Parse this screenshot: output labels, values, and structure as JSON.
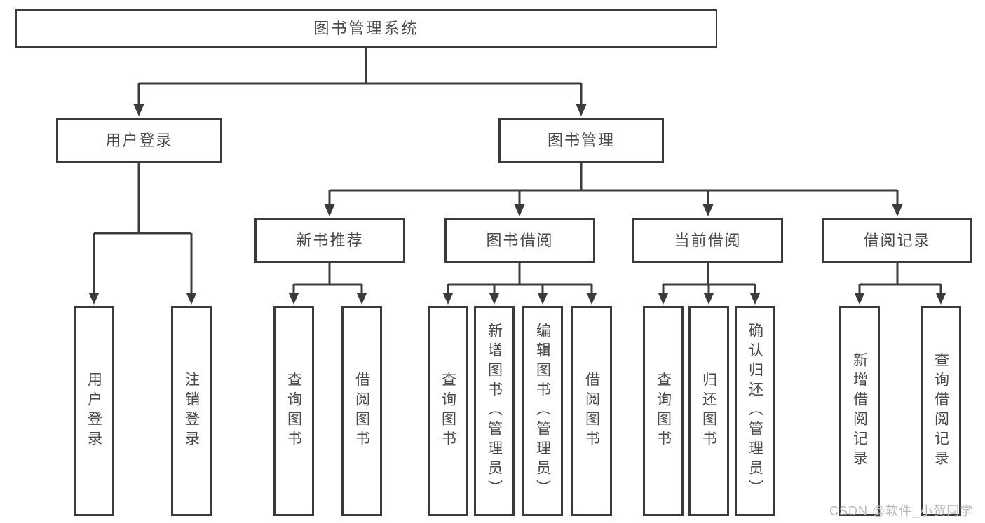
{
  "tree": {
    "label": "图书管理系统",
    "children": [
      {
        "label": "用户登录",
        "children": [
          {
            "label": "用户登录"
          },
          {
            "label": "注销登录"
          }
        ]
      },
      {
        "label": "图书管理",
        "children": [
          {
            "label": "新书推荐",
            "children": [
              {
                "label": "查询图书"
              },
              {
                "label": "借阅图书"
              }
            ]
          },
          {
            "label": "图书借阅",
            "children": [
              {
                "label": "查询图书"
              },
              {
                "label": "新增图书（管理员）"
              },
              {
                "label": "编辑图书（管理员）"
              },
              {
                "label": "借阅图书"
              }
            ]
          },
          {
            "label": "当前借阅",
            "children": [
              {
                "label": "查询图书"
              },
              {
                "label": "归还图书"
              },
              {
                "label": "确认归还（管理员）"
              }
            ]
          },
          {
            "label": "借阅记录",
            "children": [
              {
                "label": "新增借阅记录"
              },
              {
                "label": "查询借阅记录"
              }
            ]
          }
        ]
      }
    ]
  },
  "watermark": "CSDN @软件_小贺同学",
  "colors": {
    "line": "#3b3b3b",
    "text": "#4a4a4a",
    "watermark": "#b8b8b8",
    "background": "#ffffff"
  }
}
